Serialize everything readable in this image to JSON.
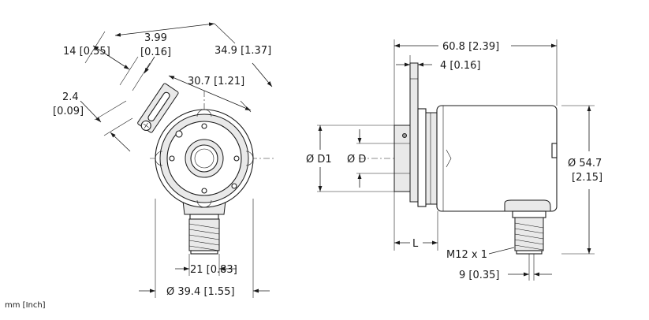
{
  "dimensions": {
    "d14": "14 [0.55]",
    "d399a": "3.99",
    "d399b": "[0.16]",
    "d349": "34.9 [1.37]",
    "d24a": "2.4",
    "d24b": "[0.09]",
    "d307": "30.7 [1.21]",
    "d21": "21 [0.83]",
    "d394": "Ø 39.4 [1.55]",
    "d608": "60.8 [2.39]",
    "d4": "4 [0.16]",
    "dD1": "Ø D1",
    "dD": "Ø D",
    "d547a": "Ø 54.7",
    "d547b": "[2.15]",
    "dL": "L",
    "dM12": "M12 x 1",
    "d9": "9 [0.35]"
  },
  "units_note": "mm [Inch]"
}
